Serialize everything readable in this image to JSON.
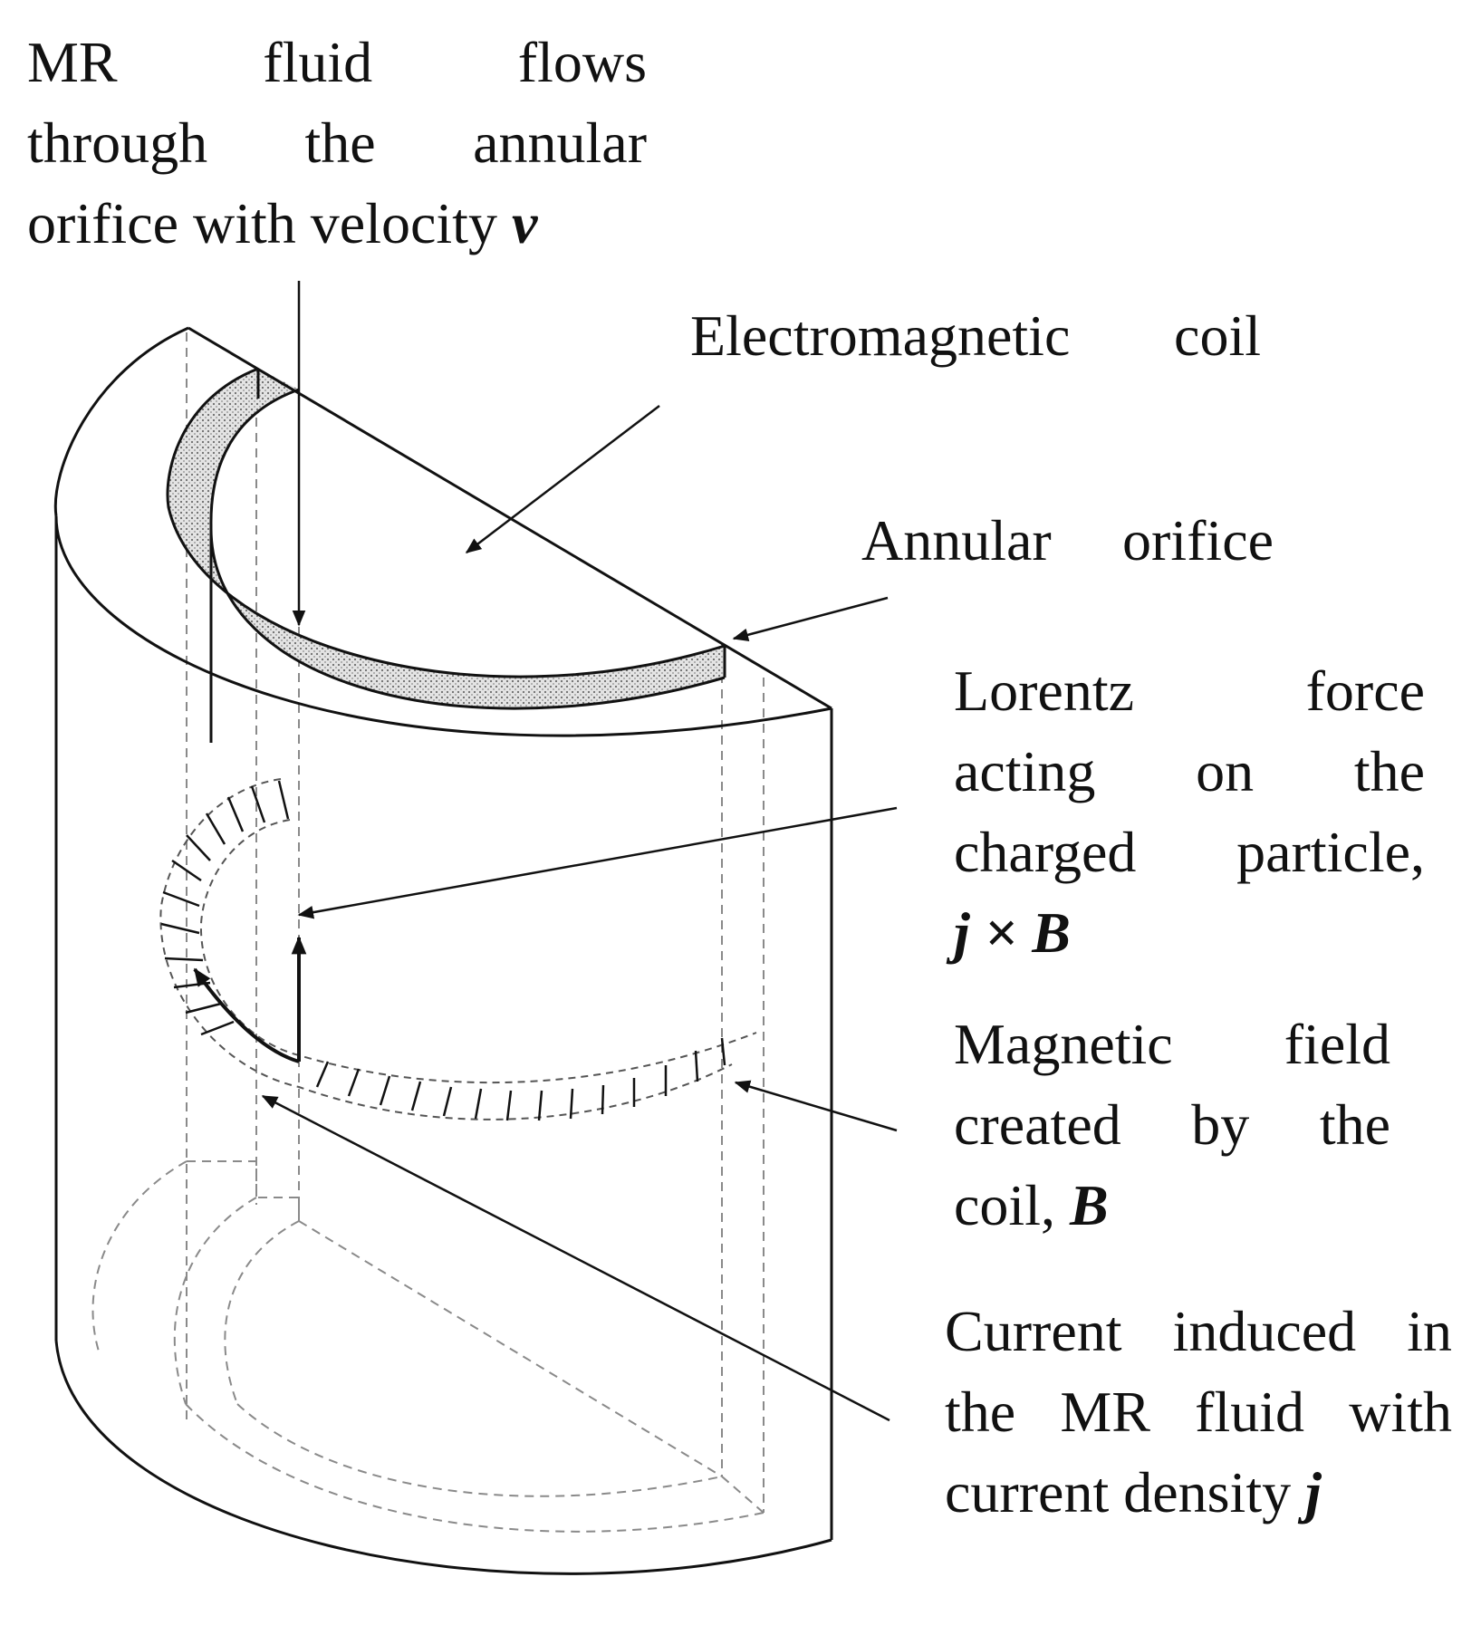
{
  "labels": {
    "flow": {
      "line1": "MR fluid flows",
      "line2": "through the annular",
      "line3": "orifice with velocity",
      "symbol": "v"
    },
    "coil": {
      "text": "Electromagnetic coil"
    },
    "orifice": {
      "text": "Annular orifice"
    },
    "lorentz": {
      "line1": "Lorentz force",
      "line2": "acting on the",
      "line3": "charged particle,",
      "symbol": "j × B"
    },
    "field": {
      "line1": "Magnetic field",
      "line2": "created by the",
      "line3": "coil,",
      "symbol": "B"
    },
    "current": {
      "line1": "Current induced in",
      "line2": "the MR fluid with",
      "line3": "current density",
      "symbol": "j"
    }
  },
  "colors": {
    "ink": "#111111",
    "hidden_line": "#8a8a8a",
    "orifice_fill": "#d6d6d6",
    "background": "#ffffff"
  }
}
